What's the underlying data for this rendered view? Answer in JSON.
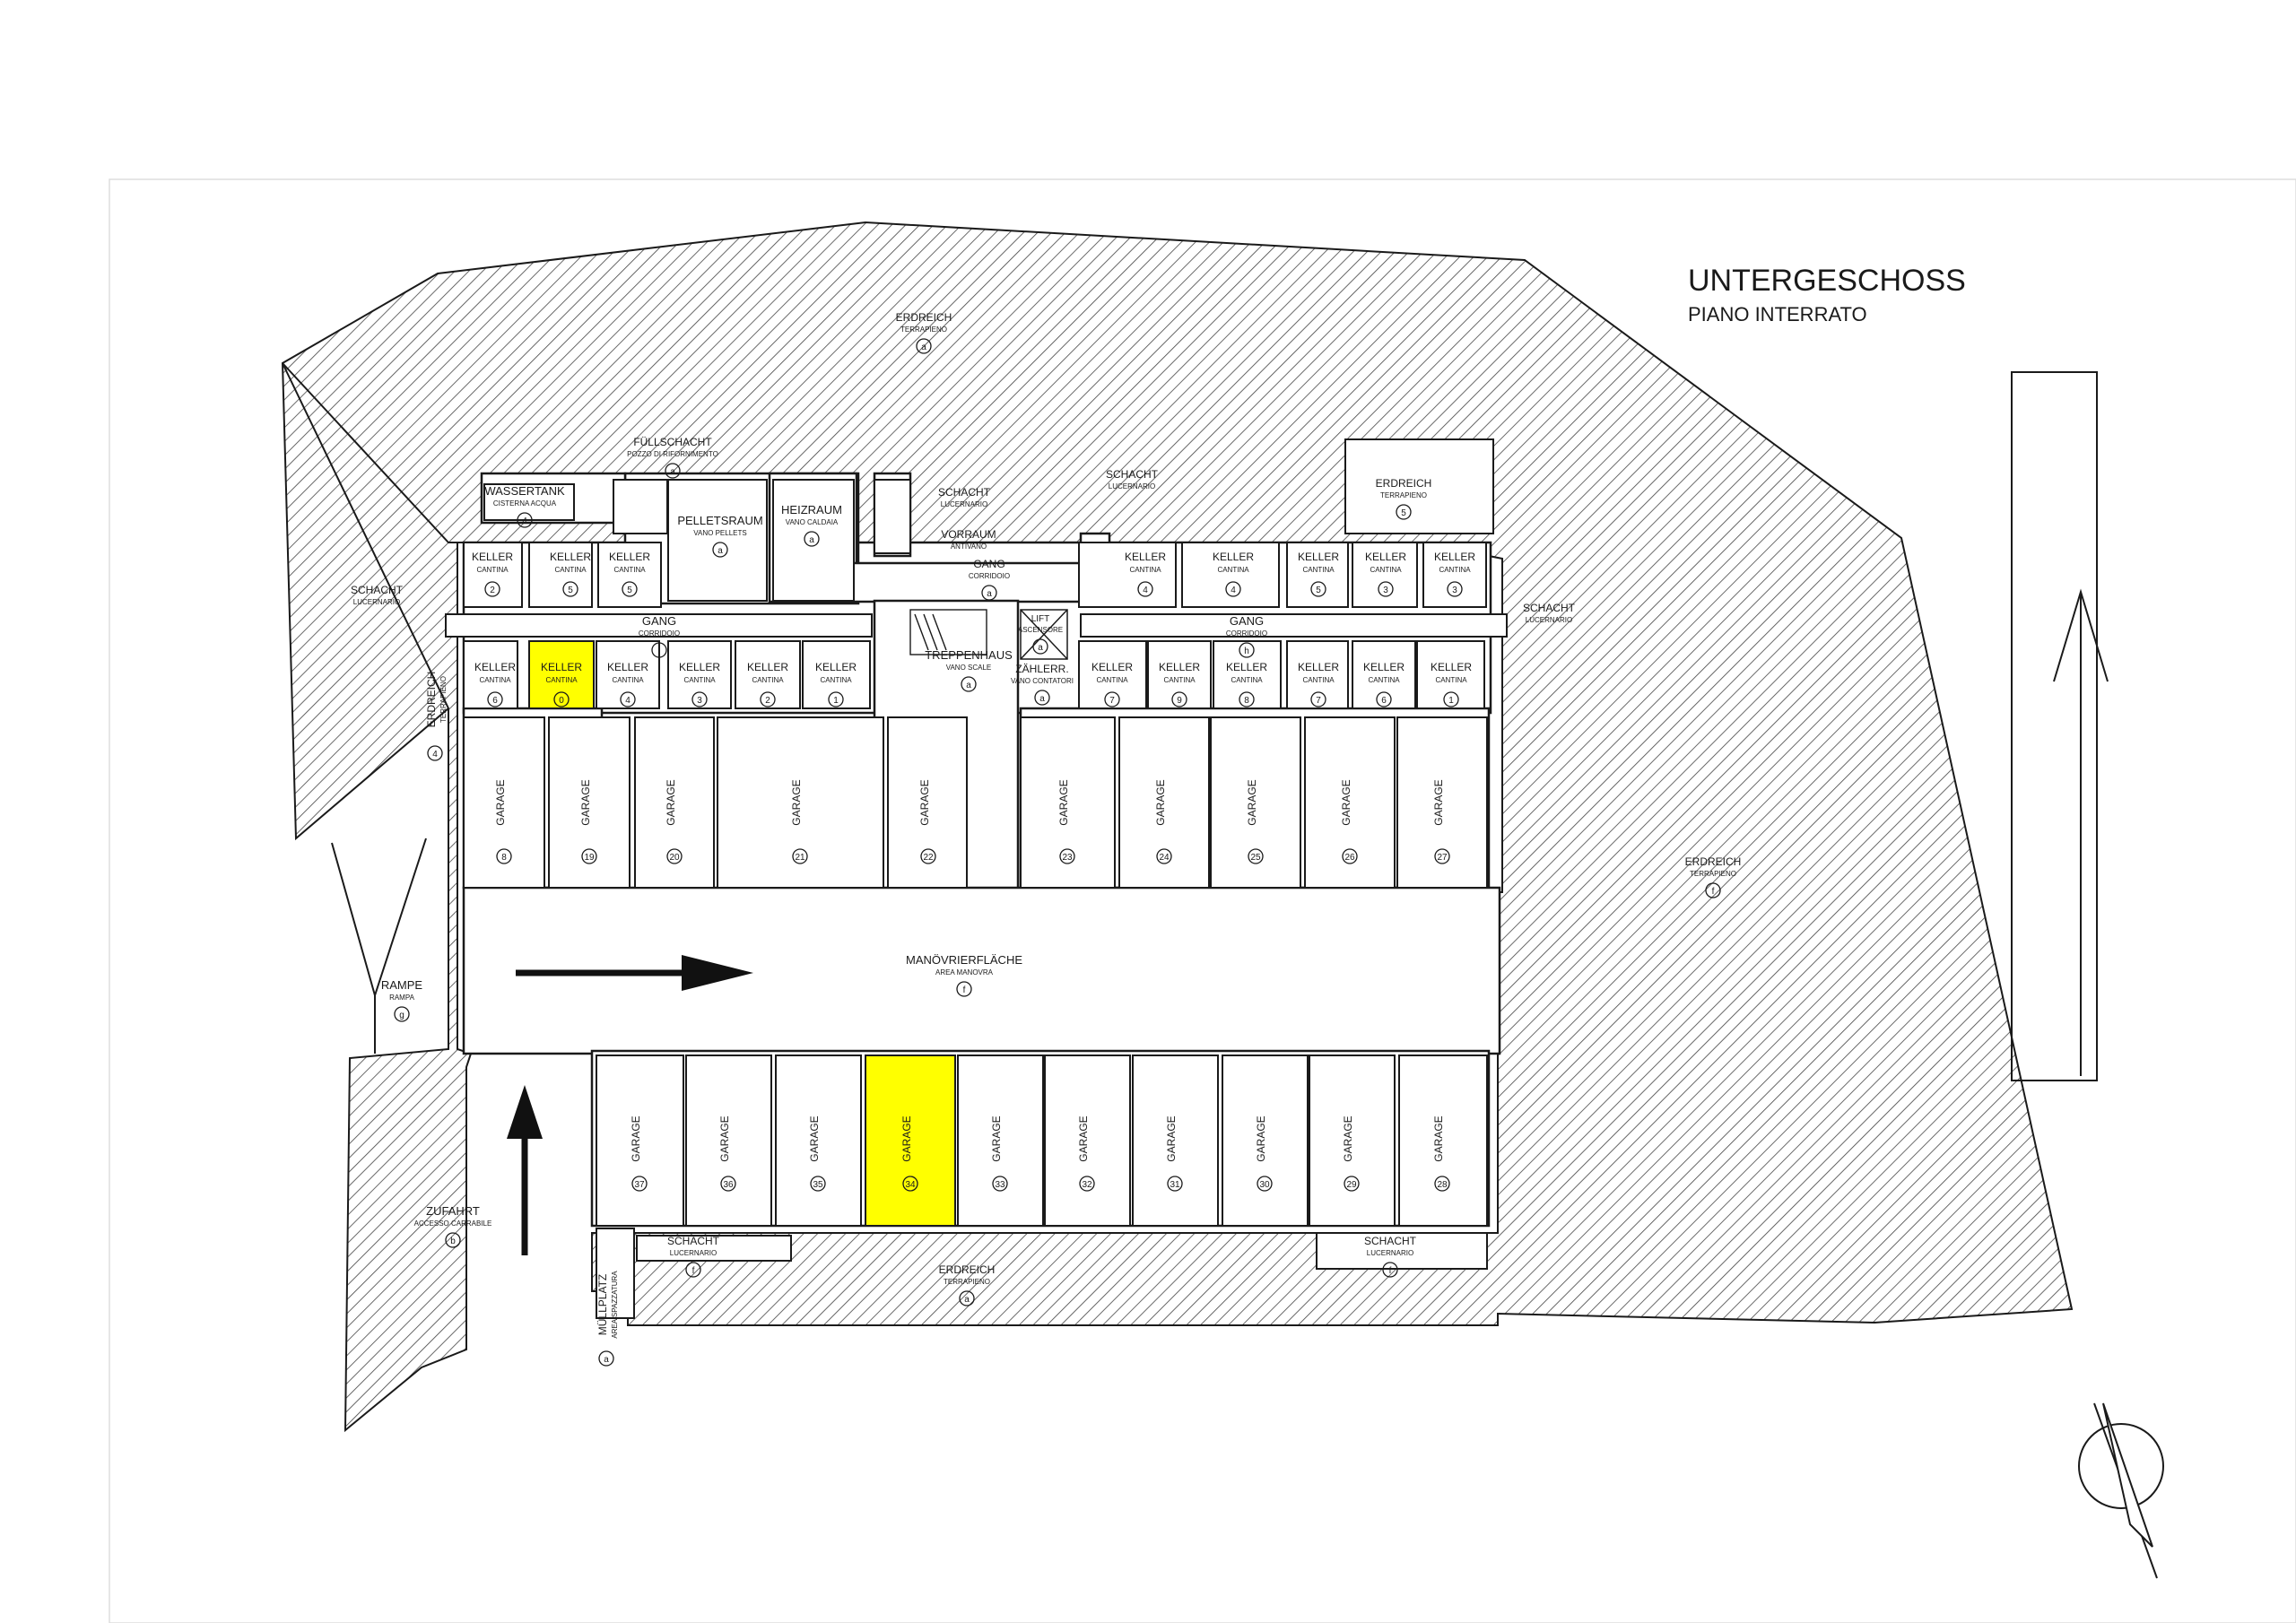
{
  "title": {
    "main": "UNTERGESCHOSS",
    "sub": "PIANO INTERRATO"
  },
  "colors": {
    "highlight": "#ffff00",
    "line": "#1a1a1a",
    "hatch": "#3a3a3a",
    "paper": "#ffffff"
  },
  "icons": [
    "north-arrow-icon",
    "direction-arrow-icon",
    "stair-icon"
  ],
  "rooms": {
    "erdreich_top": {
      "label": "ERDREICH",
      "sub": "TERRAPIENO",
      "tag": "a"
    },
    "erdreich_right": {
      "label": "ERDREICH",
      "sub": "TERRAPIENO",
      "tag": "f"
    },
    "erdreich_box": {
      "label": "ERDREICH",
      "sub": "TERRAPIENO",
      "tag": "5"
    },
    "erdreich_left": {
      "label": "ERDREICH",
      "sub": "TERRAPIENO",
      "tag": "4"
    },
    "erdreich_bottom": {
      "label": "ERDREICH",
      "sub": "TERRAPIENO",
      "tag": "a"
    },
    "wassertank": {
      "label": "WASSERTANK",
      "sub": "CISTERNA ACQUA",
      "tag": "4"
    },
    "fuellschacht": {
      "label": "FÜLLSCHACHT",
      "sub": "POZZO DI RIFORNIMENTO",
      "tag": "a"
    },
    "pelletsraum": {
      "label": "PELLETSRAUM",
      "sub": "VANO PELLETS",
      "tag": "a"
    },
    "heizraum": {
      "label": "HEIZRAUM",
      "sub": "VANO CALDAIA",
      "tag": "a"
    },
    "schacht_top": {
      "label": "SCHACHT",
      "sub": "LUCERNARIO"
    },
    "vorraum": {
      "label": "VORRAUM",
      "sub": "ANTIVANO"
    },
    "gang_mid": {
      "label": "GANG",
      "sub": "CORRIDOIO",
      "tag": "a"
    },
    "schacht_mid": {
      "label": "SCHACHT",
      "sub": "LUCERNARIO"
    },
    "schacht_left": {
      "label": "SCHACHT",
      "sub": "LUCERNARIO"
    },
    "schacht_right": {
      "label": "SCHACHT",
      "sub": "LUCERNARIO"
    },
    "gang_left": {
      "label": "GANG",
      "sub": "CORRIDOIO",
      "tag": "i"
    },
    "gang_right": {
      "label": "GANG",
      "sub": "CORRIDOIO",
      "tag": "h"
    },
    "lift": {
      "label": "LIFT",
      "sub": "ASCENSORE",
      "tag": "a"
    },
    "treppenhaus": {
      "label": "TREPPENHAUS",
      "sub": "VANO SCALE",
      "tag": "a"
    },
    "zaehlerr": {
      "label": "ZÄHLERR.",
      "sub": "VANO CONTATORI",
      "tag": "a"
    },
    "manoevrier": {
      "label": "MANÖVRIERFLÄCHE",
      "sub": "AREA MANOVRA",
      "tag": "f"
    },
    "rampe": {
      "label": "RAMPE",
      "sub": "RAMPA",
      "tag": "g"
    },
    "zufahrt": {
      "label": "ZUFAHRT",
      "sub": "ACCESSO CARRABILE",
      "tag": "b"
    },
    "muellplatz": {
      "label": "MÜLLPLATZ",
      "sub": "AREA SPAZZATURA",
      "tag": "a"
    },
    "schacht_bl": {
      "label": "SCHACHT",
      "sub": "LUCERNARIO",
      "tag": "f"
    },
    "schacht_br": {
      "label": "SCHACHT",
      "sub": "LUCERNARIO",
      "tag": "f"
    }
  },
  "keller_label": "KELLER",
  "keller_sub": "CANTINA",
  "garage_label": "GARAGE",
  "keller_top_left": [
    "2",
    "5",
    "5"
  ],
  "keller_top_right": [
    "4",
    "4",
    "5",
    "3",
    "3"
  ],
  "keller_bottom_left": [
    "6",
    "0",
    "4",
    "3",
    "2",
    "1"
  ],
  "keller_bottom_right": [
    "7",
    "9",
    "8",
    "7",
    "6",
    "1"
  ],
  "garages_top": [
    "8",
    "19",
    "20",
    "21",
    "22",
    "23",
    "24",
    "25",
    "26",
    "27"
  ],
  "garages_bottom": [
    "37",
    "36",
    "35",
    "34",
    "33",
    "32",
    "31",
    "30",
    "29",
    "28"
  ],
  "highlighted": {
    "keller": "0",
    "garage": "34"
  }
}
